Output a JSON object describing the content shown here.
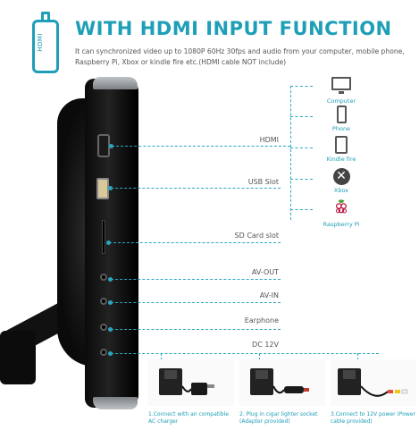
{
  "header": {
    "badge_text": "HDMI",
    "title": "WITH HDMI INPUT FUNCTION",
    "description": "It can synchronized video up to 1080P 60Hz 30fps and audio from your computer, mobile phone, Raspberry Pi, Xbox or kindle fire etc.(HDMI cable NOT include)"
  },
  "ports": [
    {
      "label": "HDMI"
    },
    {
      "label": "USB Slot"
    },
    {
      "label": "SD Card slot"
    },
    {
      "label": "AV-OUT"
    },
    {
      "label": "AV-IN"
    },
    {
      "label": "Earphone"
    },
    {
      "label": "DC 12V"
    }
  ],
  "devices": [
    {
      "label": "Computer",
      "icon": "computer-icon"
    },
    {
      "label": "Phone",
      "icon": "phone-icon"
    },
    {
      "label": "Kindle fire",
      "icon": "tablet-icon"
    },
    {
      "label": "Xbox",
      "icon": "xbox-icon"
    },
    {
      "label": "Raspberry Pi",
      "icon": "raspberry-pi-icon"
    }
  ],
  "power_options": [
    {
      "caption": "1.Connect with an compatible AC charger"
    },
    {
      "caption": "2. Plug in cigar lighter socket (Adapter provided)"
    },
    {
      "caption": "3.Connect to 12V power (Power cable provided)"
    }
  ],
  "colors": {
    "accent": "#1e9fb7",
    "text": "#555555",
    "device_body": "#111111"
  }
}
